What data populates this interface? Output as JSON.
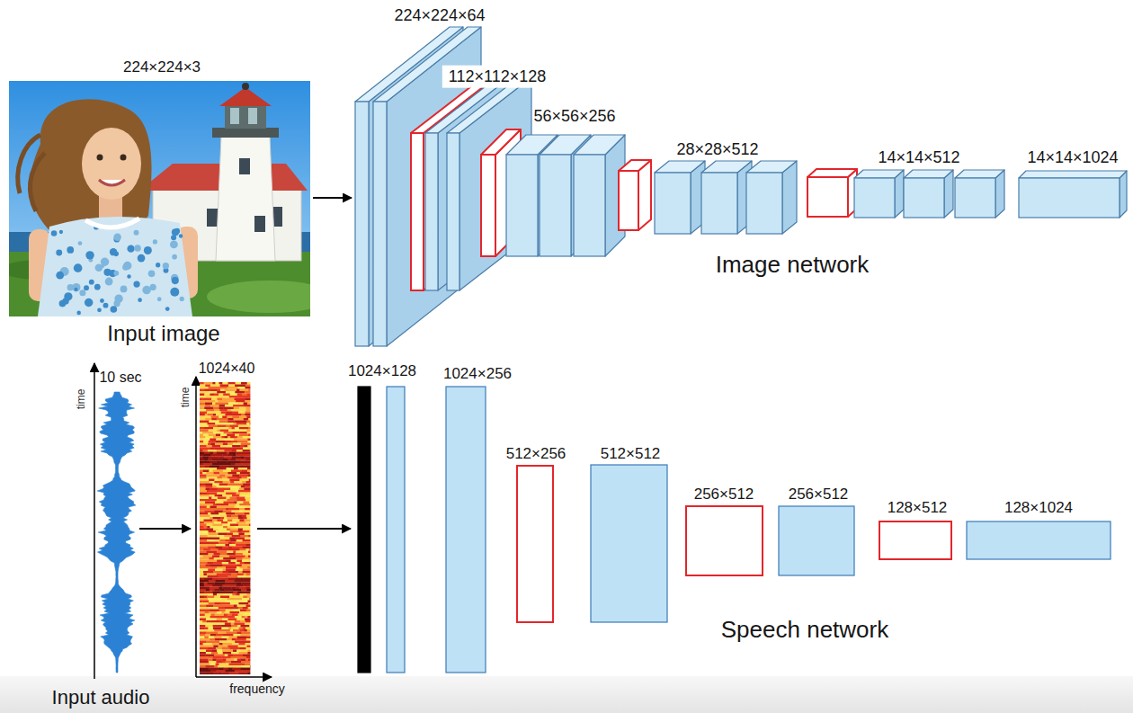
{
  "diagram": {
    "labels": [
      "224×224×64",
      "224×224×3",
      "112×112×128",
      "56×56×256",
      "28×28×512",
      "14×14×512",
      "14×14×1024",
      "Image network",
      "Input image",
      "10 sec",
      "time",
      "1024×40",
      "time",
      "1024×128",
      "1024×256",
      "512×256",
      "512×512",
      "256×512",
      "256×512",
      "128×512",
      "128×1024",
      "Speech network",
      "frequency",
      "Input audio"
    ]
  }
}
